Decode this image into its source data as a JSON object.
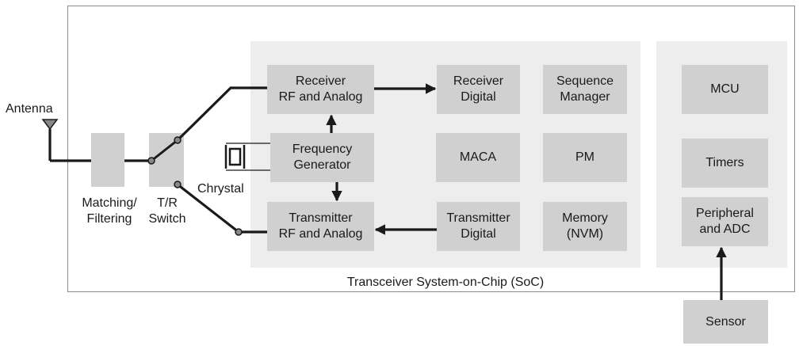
{
  "soc_label": "Transceiver System-on-Chip (SoC)",
  "antenna_label": "Antenna",
  "matching_label": "Matching/\nFiltering",
  "tr_switch_label": "T/R\nSwitch",
  "crystal_label": "Chrystal",
  "blocks": {
    "receiver_rf": "Receiver\nRF and Analog",
    "receiver_digital": "Receiver\nDigital",
    "sequence_manager": "Sequence\nManager",
    "frequency_generator": "Frequency\nGenerator",
    "maca": "MACA",
    "pm": "PM",
    "transmitter_rf": "Transmitter\nRF and Analog",
    "transmitter_digital": "Transmitter\nDigital",
    "memory": "Memory\n(NVM)",
    "mcu": "MCU",
    "timers": "Timers",
    "peripheral_adc": "Peripheral\nand ADC",
    "sensor": "Sensor"
  }
}
